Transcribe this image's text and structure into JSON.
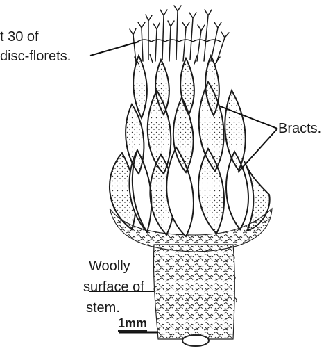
{
  "labels": {
    "florets_line1": "t 30 of",
    "florets_line2": "disc-florets.",
    "bracts": "Bracts.",
    "stem_line1": "Woolly",
    "stem_line2": "surface of",
    "stem_line3": "stem.",
    "scale": "1mm"
  },
  "colors": {
    "ink": "#1a1a1a",
    "paper": "#ffffff"
  }
}
